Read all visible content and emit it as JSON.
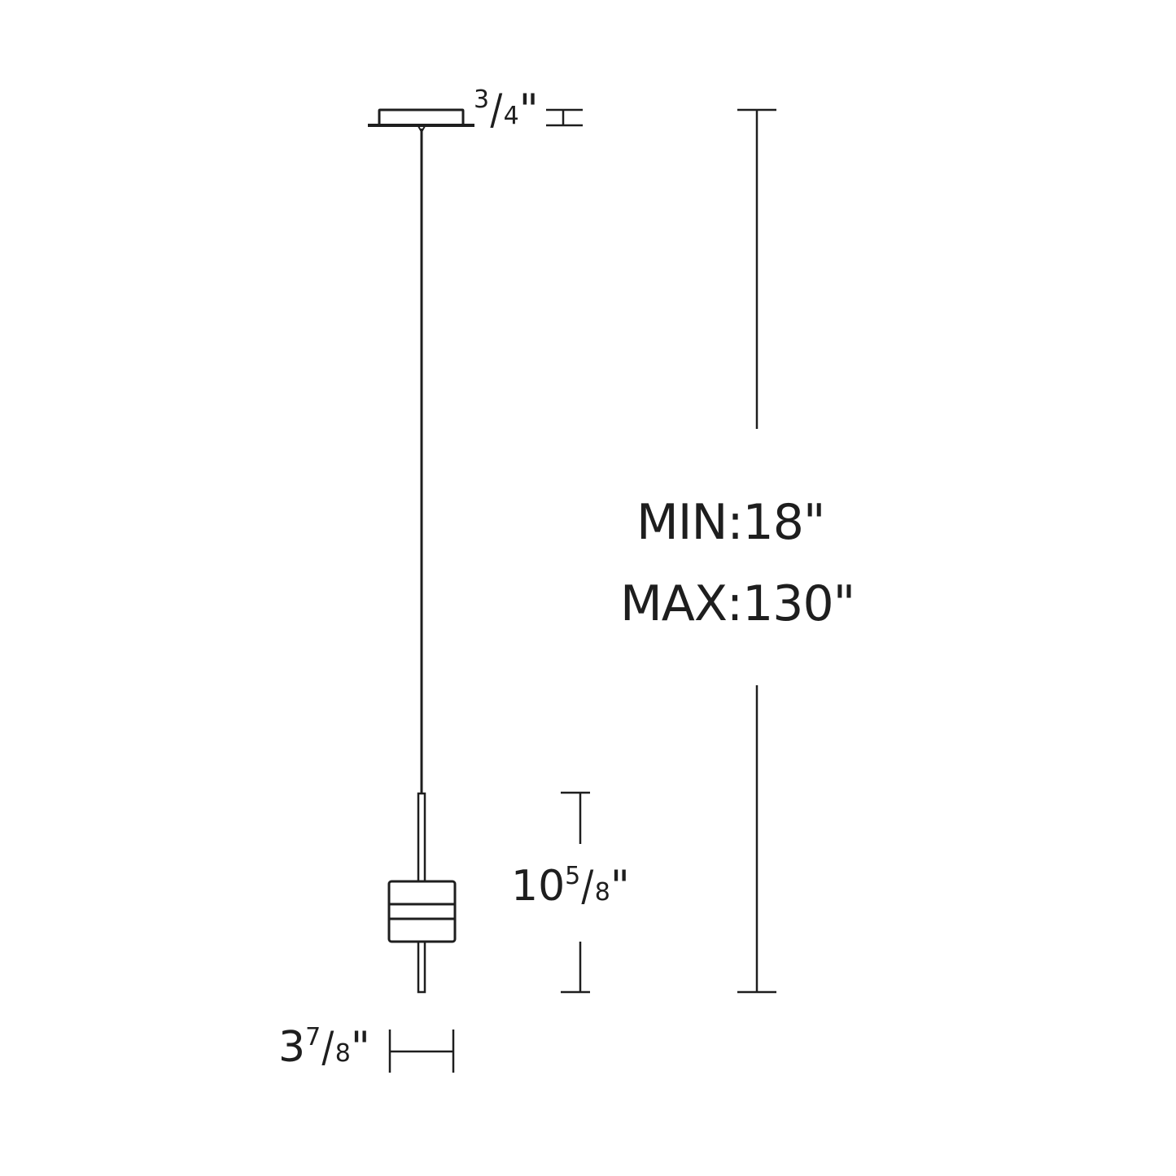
{
  "diagram": {
    "type": "pendant-light-dimension-drawing",
    "stroke_color": "#1e1e1e",
    "background": "#ffffff"
  },
  "dimensions": {
    "canopy_height": {
      "whole": "",
      "num": "3",
      "den": "4",
      "unit": "\""
    },
    "overall_height": {
      "min_label": "MIN:18\"",
      "max_label": "MAX:130\""
    },
    "fixture_height": {
      "whole": "10",
      "num": "5",
      "den": "8",
      "unit": "\""
    },
    "fixture_width": {
      "whole": "3",
      "num": "7",
      "den": "8",
      "unit": "\""
    }
  }
}
